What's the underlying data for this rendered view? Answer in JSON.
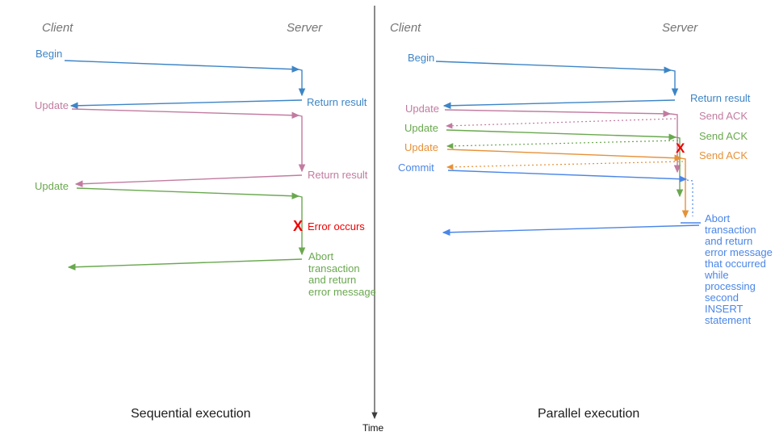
{
  "time_label": "Time",
  "left": {
    "client_header": "Client",
    "server_header": "Server",
    "title": "Sequential execution",
    "begin_label": "Begin",
    "update1_label": "Update",
    "update2_label": "Update",
    "return_result1_label": "Return result",
    "return_result2_label": "Return result",
    "error_x": "X",
    "error_label": "Error occurs",
    "abort_label": "Abort\ntransaction\nand return\nerror message"
  },
  "right": {
    "client_header": "Client",
    "server_header": "Server",
    "title": "Parallel execution",
    "begin_label": "Begin",
    "update1_label": "Update",
    "update2_label": "Update",
    "update3_label": "Update",
    "commit_label": "Commit",
    "return_result_label": "Return result",
    "send_ack1_label": "Send ACK",
    "send_ack2_label": "Send ACK",
    "send_ack3_label": "Send ACK",
    "error_x": "X",
    "abort_label": "Abort\ntransaction\nand return\nerror message\nthat occurred\nwhile\nprocessing\nsecond\nINSERT\nstatement"
  },
  "colors": {
    "blue_sequential": "#3d85c6",
    "blue_parallel": "#4a86e8",
    "pink": "#c27ba0",
    "green": "#6aa84f",
    "orange": "#e69138",
    "red": "#ee0000",
    "header_gray": "#757575",
    "axis_dark": "#3d3d3d"
  }
}
